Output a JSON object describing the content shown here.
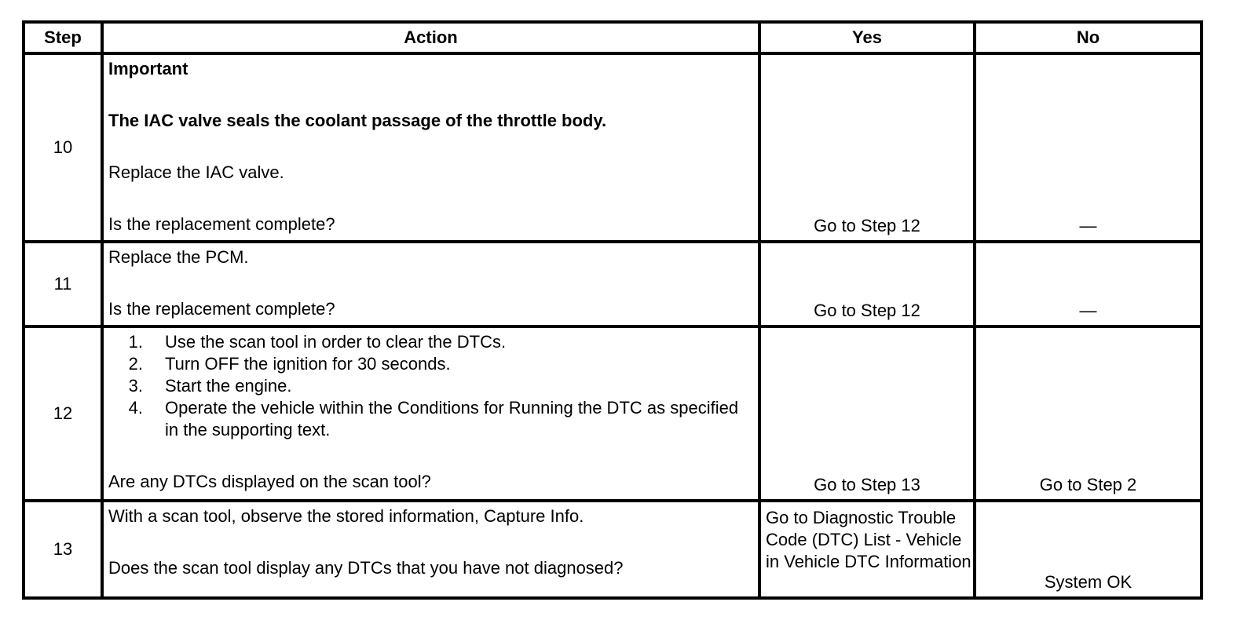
{
  "headers": {
    "step": "Step",
    "action": "Action",
    "yes": "Yes",
    "no": "No"
  },
  "rows": [
    {
      "step": "10",
      "important": "Important",
      "note": "The IAC valve seals the coolant passage of the throttle body.",
      "instruction": "Replace the IAC valve.",
      "question": "Is the replacement complete?",
      "yes": "Go to Step 12",
      "no": "—"
    },
    {
      "step": "11",
      "instruction": "Replace the PCM.",
      "question": "Is the replacement complete?",
      "yes": "Go to Step 12",
      "no": "—"
    },
    {
      "step": "12",
      "items": [
        {
          "num": "1.",
          "text": "Use the scan tool in order to clear the DTCs."
        },
        {
          "num": "2.",
          "text": "Turn OFF the ignition for 30 seconds."
        },
        {
          "num": "3.",
          "text": "Start the engine."
        },
        {
          "num": "4.",
          "text": "Operate the vehicle within the Conditions for Running the DTC as specified in the supporting text."
        }
      ],
      "question": "Are any DTCs displayed on the scan tool?",
      "yes": "Go to Step 13",
      "no": "Go to Step 2"
    },
    {
      "step": "13",
      "instruction": "With a scan tool, observe the stored information, Capture Info.",
      "question": "Does the scan tool display any DTCs that you have not diagnosed?",
      "yes": "Go to Diagnostic Trouble Code (DTC) List - Vehicle in Vehicle DTC Information",
      "no": "System OK"
    }
  ]
}
